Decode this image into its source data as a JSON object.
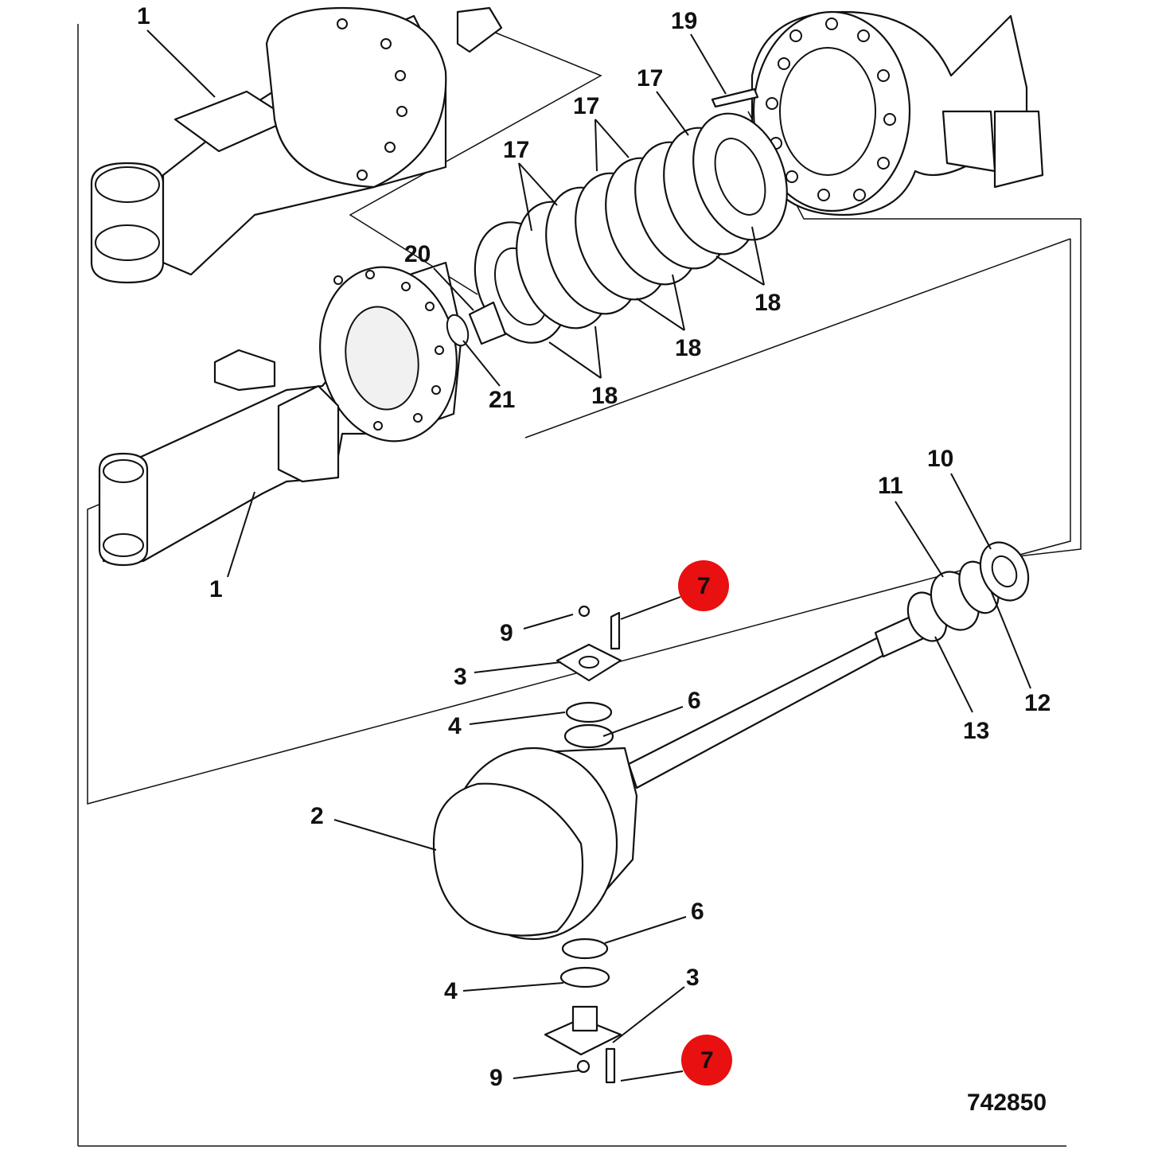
{
  "diagram": {
    "drawing_number": "742850",
    "highlight_color": "#e81010",
    "callouts": [
      {
        "id": "c1a",
        "label": "1",
        "highlight": false
      },
      {
        "id": "c1b",
        "label": "1",
        "highlight": false
      },
      {
        "id": "c2",
        "label": "2",
        "highlight": false
      },
      {
        "id": "c3a",
        "label": "3",
        "highlight": false
      },
      {
        "id": "c3b",
        "label": "3",
        "highlight": false
      },
      {
        "id": "c4a",
        "label": "4",
        "highlight": false
      },
      {
        "id": "c4b",
        "label": "4",
        "highlight": false
      },
      {
        "id": "c6a",
        "label": "6",
        "highlight": false
      },
      {
        "id": "c6b",
        "label": "6",
        "highlight": false
      },
      {
        "id": "c7a",
        "label": "7",
        "highlight": true
      },
      {
        "id": "c7b",
        "label": "7",
        "highlight": true
      },
      {
        "id": "c9a",
        "label": "9",
        "highlight": false
      },
      {
        "id": "c9b",
        "label": "9",
        "highlight": false
      },
      {
        "id": "c10",
        "label": "10",
        "highlight": false
      },
      {
        "id": "c11",
        "label": "11",
        "highlight": false
      },
      {
        "id": "c12",
        "label": "12",
        "highlight": false
      },
      {
        "id": "c13",
        "label": "13",
        "highlight": false
      },
      {
        "id": "c17a",
        "label": "17",
        "highlight": false
      },
      {
        "id": "c17b",
        "label": "17",
        "highlight": false
      },
      {
        "id": "c17c",
        "label": "17",
        "highlight": false
      },
      {
        "id": "c18a",
        "label": "18",
        "highlight": false
      },
      {
        "id": "c18b",
        "label": "18",
        "highlight": false
      },
      {
        "id": "c18c",
        "label": "18",
        "highlight": false
      },
      {
        "id": "c19",
        "label": "19",
        "highlight": false
      },
      {
        "id": "c20",
        "label": "20",
        "highlight": false
      },
      {
        "id": "c21",
        "label": "21",
        "highlight": false
      }
    ]
  }
}
